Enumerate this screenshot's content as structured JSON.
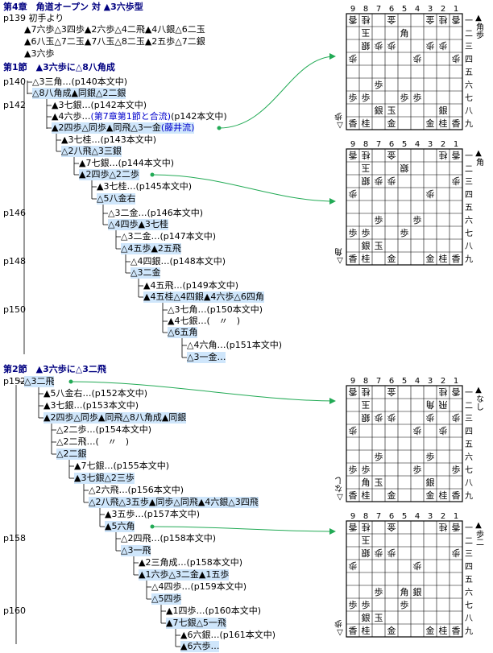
{
  "chapter": {
    "title": "第4章　角道オープン 対 ▲3六歩型",
    "origin_page": "p139",
    "origin_label": "初手より",
    "intro_moves": [
      "▲7六歩△3四歩▲2六歩△4二飛▲4八銀△6二玉",
      "▲6八玉△7二玉▲7八玉△8二玉▲2五歩△7二銀",
      "▲3六歩"
    ]
  },
  "sections": [
    {
      "title": "第1節　▲3六歩に△8八角成",
      "nodes": [
        {
          "text": "△3三角…(p140本文中)",
          "hl": false
        },
        {
          "text": "△8八角成▲同銀△2二銀",
          "hl": true
        },
        {
          "text": "▲3七銀…(p142本文中)",
          "hl": false
        },
        {
          "text_a": "▲4六歩…",
          "text_b": "(第7章第1節と合流)",
          "text_c": "(p142本文中)",
          "hl": false
        },
        {
          "text_a": "▲2四歩△同歩▲同飛△3一金",
          "text_b": "(藤井流)",
          "hl": true
        },
        {
          "text": "▲3七桂…(p143本文中)",
          "hl": false
        },
        {
          "text": "△2八飛△3三銀",
          "hl": true
        },
        {
          "text": "▲7七銀…(p144本文中)",
          "hl": false
        },
        {
          "text": "▲2四歩△2二歩",
          "hl": true
        },
        {
          "text": "▲3七桂…(p145本文中)",
          "hl": false
        },
        {
          "text": "△5八金右",
          "hl": true
        },
        {
          "text": "△3二金…(p146本文中)",
          "hl": false
        },
        {
          "text": "△4四歩▲3七桂",
          "hl": true
        },
        {
          "text": "△3二金…(p147本文中)",
          "hl": false
        },
        {
          "text": "△4五歩▲2五飛",
          "hl": true
        },
        {
          "text": "△4四銀…(p148本文中)",
          "hl": false
        },
        {
          "text": "△3二金",
          "hl": true
        },
        {
          "text": "▲4五飛…(p149本文中)",
          "hl": false
        },
        {
          "text": "▲4五桂△4四銀▲4六歩△6四角",
          "hl": true
        },
        {
          "text": "△3七角…(p150本文中)",
          "hl": false
        },
        {
          "text": "▲4七銀…(　〃　)",
          "hl": false
        },
        {
          "text": "△6五角",
          "hl": true
        },
        {
          "text": "△4六角…(p151本文中)",
          "hl": false
        },
        {
          "text": "△3一金…",
          "hl": true
        }
      ],
      "page_marks": [
        "p140",
        "p142",
        "p146",
        "p148",
        "p150"
      ]
    },
    {
      "title": "第2節　▲3六歩に△3二飛",
      "nodes": [
        {
          "text": "△3二飛",
          "hl": true
        },
        {
          "text": "▲5八金右…(p152本文中)",
          "hl": false
        },
        {
          "text": "▲3七銀…(p153本文中)",
          "hl": false
        },
        {
          "text": "▲2四歩△同歩▲同飛△8八角成▲同銀",
          "hl": true
        },
        {
          "text": "△2二歩…(p154本文中)",
          "hl": false
        },
        {
          "text": "△2二飛…(　〃　)",
          "hl": false
        },
        {
          "text": "△2二銀",
          "hl": true
        },
        {
          "text": "▲7七銀…(p155本文中)",
          "hl": false
        },
        {
          "text": "▲3七銀△2三歩",
          "hl": true
        },
        {
          "text": "△2六飛…(p156本文中)",
          "hl": false
        },
        {
          "text": "△2八飛△3五歩▲同歩△同飛▲4六銀△3四飛",
          "hl": true
        },
        {
          "text": "▲3五歩…(p157本文中)",
          "hl": false
        },
        {
          "text": "▲5六角",
          "hl": true
        },
        {
          "text": "△2四飛…(p158本文中)",
          "hl": false
        },
        {
          "text": "△3一飛",
          "hl": true
        },
        {
          "text": "▲2三角成…(p158本文中)",
          "hl": false
        },
        {
          "text": "▲1六歩△3二金▲1五歩",
          "hl": true
        },
        {
          "text": "△4四歩…(p159本文中)",
          "hl": false
        },
        {
          "text": "△5四歩",
          "hl": true
        },
        {
          "text": "▲1四歩…(p160本文中)",
          "hl": false
        },
        {
          "text": "▲7七銀△5一飛",
          "hl": true
        },
        {
          "text": "▲6六銀…(p161本文中)",
          "hl": false
        },
        {
          "text": "▲6六歩…",
          "hl": true
        }
      ],
      "page_marks": [
        "p152",
        "p158",
        "p160"
      ]
    }
  ],
  "boards": [
    {
      "top_hand": "▲角歩",
      "bottom_hand": "△歩",
      "pieces": [
        [
          "香",
          "桂",
          "",
          "金",
          "",
          "",
          "金",
          "桂",
          "香"
        ],
        [
          "",
          "玉",
          "",
          "",
          "角",
          "",
          "",
          "",
          ""
        ],
        [
          "",
          "銀",
          "歩",
          "歩",
          "",
          "",
          "歩",
          "歩",
          ""
        ],
        [
          "歩",
          "",
          "",
          "",
          "",
          "歩",
          "",
          "",
          "歩"
        ],
        [
          "",
          "",
          "",
          "",
          "",
          "",
          "",
          "",
          ""
        ],
        [
          "",
          "",
          "歩",
          "",
          "",
          "",
          "",
          "",
          ""
        ],
        [
          "歩",
          "歩",
          "",
          "",
          "歩",
          "歩",
          "",
          "",
          ""
        ],
        [
          "",
          "",
          "銀",
          "玉",
          "",
          "",
          "",
          "銀",
          ""
        ],
        [
          "香",
          "桂",
          "",
          "金",
          "",
          "",
          "金",
          "桂",
          "香"
        ]
      ],
      "gote": [
        [
          true,
          true,
          false,
          true,
          false,
          false,
          true,
          true,
          true
        ],
        [
          false,
          true,
          false,
          false,
          false,
          false,
          false,
          false,
          false
        ],
        [
          false,
          true,
          true,
          true,
          false,
          false,
          true,
          true,
          false
        ],
        [
          true,
          false,
          false,
          false,
          false,
          true,
          false,
          false,
          true
        ],
        [
          false,
          false,
          false,
          false,
          false,
          false,
          false,
          false,
          false
        ],
        [
          false,
          false,
          false,
          false,
          false,
          false,
          false,
          false,
          false
        ],
        [
          false,
          false,
          false,
          false,
          false,
          false,
          false,
          false,
          false
        ],
        [
          false,
          false,
          false,
          false,
          false,
          false,
          false,
          false,
          false
        ],
        [
          false,
          false,
          false,
          false,
          false,
          false,
          false,
          false,
          false
        ]
      ]
    },
    {
      "top_hand": "▲角",
      "bottom_hand": "△角",
      "pieces": [
        [
          "香",
          "桂",
          "",
          "金",
          "",
          "",
          "",
          "桂",
          "香"
        ],
        [
          "",
          "玉",
          "",
          "",
          "銀",
          "",
          "",
          "",
          ""
        ],
        [
          "",
          "銀",
          "歩",
          "歩",
          "",
          "",
          "",
          "",
          "歩"
        ],
        [
          "歩",
          "",
          "",
          "",
          "",
          "",
          "歩",
          "",
          ""
        ],
        [
          "",
          "",
          "",
          "",
          "",
          "",
          "",
          "",
          ""
        ],
        [
          "",
          "",
          "歩",
          "",
          "",
          "歩",
          "",
          "",
          ""
        ],
        [
          "歩",
          "歩",
          "",
          "",
          "歩",
          "",
          "",
          "",
          ""
        ],
        [
          "",
          "銀",
          "玉",
          "",
          "",
          "",
          "",
          "",
          ""
        ],
        [
          "香",
          "桂",
          "",
          "金",
          "",
          "",
          "金",
          "桂",
          "香"
        ]
      ],
      "gote": [
        [
          true,
          true,
          false,
          true,
          false,
          false,
          false,
          true,
          true
        ],
        [
          false,
          true,
          false,
          false,
          true,
          false,
          false,
          false,
          false
        ],
        [
          false,
          true,
          true,
          true,
          false,
          false,
          false,
          false,
          true
        ],
        [
          true,
          false,
          false,
          false,
          false,
          false,
          true,
          false,
          false
        ],
        [
          false,
          false,
          false,
          false,
          false,
          false,
          false,
          false,
          false
        ],
        [
          false,
          false,
          false,
          false,
          false,
          false,
          false,
          false,
          false
        ],
        [
          false,
          false,
          false,
          false,
          false,
          false,
          false,
          false,
          false
        ],
        [
          false,
          false,
          false,
          false,
          false,
          false,
          false,
          false,
          false
        ],
        [
          false,
          false,
          false,
          false,
          false,
          false,
          false,
          false,
          false
        ]
      ]
    },
    {
      "top_hand": "▲なし",
      "bottom_hand": "△なし",
      "pieces": [
        [
          "香",
          "桂",
          "",
          "金",
          "",
          "",
          "",
          "桂",
          "香"
        ],
        [
          "",
          "玉",
          "",
          "",
          "",
          "",
          "角",
          "飛",
          ""
        ],
        [
          "",
          "銀",
          "歩",
          "歩",
          "",
          "",
          "歩",
          "",
          "歩"
        ],
        [
          "歩",
          "",
          "",
          "",
          "",
          "歩",
          "",
          "歩",
          ""
        ],
        [
          "",
          "",
          "",
          "",
          "",
          "",
          "",
          "",
          ""
        ],
        [
          "",
          "",
          "歩",
          "",
          "",
          "",
          "歩",
          "",
          ""
        ],
        [
          "歩",
          "歩",
          "",
          "",
          "",
          "歩",
          "",
          "",
          "歩"
        ],
        [
          "",
          "角",
          "玉",
          "",
          "",
          "",
          "銀",
          "",
          ""
        ],
        [
          "香",
          "桂",
          "",
          "金",
          "",
          "",
          "金",
          "桂",
          "香"
        ]
      ],
      "gote": [
        [
          true,
          true,
          false,
          true,
          false,
          false,
          false,
          true,
          true
        ],
        [
          false,
          true,
          false,
          false,
          false,
          false,
          true,
          true,
          false
        ],
        [
          false,
          true,
          true,
          true,
          false,
          false,
          true,
          false,
          true
        ],
        [
          true,
          false,
          false,
          false,
          false,
          true,
          false,
          true,
          false
        ],
        [
          false,
          false,
          false,
          false,
          false,
          false,
          false,
          false,
          false
        ],
        [
          false,
          false,
          false,
          false,
          false,
          false,
          false,
          false,
          false
        ],
        [
          false,
          false,
          false,
          false,
          false,
          false,
          false,
          false,
          false
        ],
        [
          false,
          false,
          false,
          false,
          false,
          false,
          false,
          false,
          false
        ],
        [
          false,
          false,
          false,
          false,
          false,
          false,
          false,
          false,
          false
        ]
      ]
    },
    {
      "top_hand": "▲歩二",
      "bottom_hand": "△歩",
      "pieces": [
        [
          "香",
          "桂",
          "",
          "金",
          "",
          "",
          "",
          "桂",
          "香"
        ],
        [
          "",
          "玉",
          "",
          "",
          "",
          "",
          "",
          "",
          ""
        ],
        [
          "",
          "銀",
          "歩",
          "歩",
          "",
          "",
          "",
          "",
          "歩"
        ],
        [
          "歩",
          "",
          "",
          "",
          "",
          "歩",
          "",
          "",
          ""
        ],
        [
          "",
          "",
          "",
          "",
          "",
          "",
          "",
          "",
          ""
        ],
        [
          "",
          "",
          "歩",
          "",
          "角",
          "銀",
          "",
          "",
          ""
        ],
        [
          "歩",
          "歩",
          "",
          "",
          "歩",
          "",
          "",
          "",
          ""
        ],
        [
          "",
          "銀",
          "玉",
          "",
          "",
          "",
          "",
          "",
          ""
        ],
        [
          "香",
          "桂",
          "",
          "金",
          "",
          "",
          "金",
          "桂",
          "香"
        ]
      ],
      "gote": [
        [
          true,
          true,
          false,
          true,
          false,
          false,
          false,
          true,
          true
        ],
        [
          false,
          true,
          false,
          false,
          false,
          false,
          false,
          false,
          false
        ],
        [
          false,
          true,
          true,
          true,
          false,
          false,
          false,
          false,
          true
        ],
        [
          true,
          false,
          false,
          false,
          false,
          true,
          false,
          false,
          false
        ],
        [
          false,
          false,
          false,
          false,
          false,
          false,
          false,
          false,
          false
        ],
        [
          false,
          false,
          false,
          false,
          false,
          false,
          false,
          false,
          false
        ],
        [
          false,
          false,
          false,
          false,
          false,
          false,
          false,
          false,
          false
        ],
        [
          false,
          false,
          false,
          false,
          false,
          false,
          false,
          false,
          false
        ],
        [
          false,
          false,
          false,
          false,
          false,
          false,
          false,
          false,
          false
        ]
      ]
    }
  ],
  "file_labels": [
    "9",
    "8",
    "7",
    "6",
    "5",
    "4",
    "3",
    "2",
    "1"
  ],
  "rank_labels": [
    "一",
    "二",
    "三",
    "四",
    "五",
    "六",
    "七",
    "八",
    "九"
  ],
  "colors": {
    "heading": "#000080",
    "highlight": "#cfe6fb",
    "connector": "#22aa55",
    "link": "#0000cc"
  }
}
